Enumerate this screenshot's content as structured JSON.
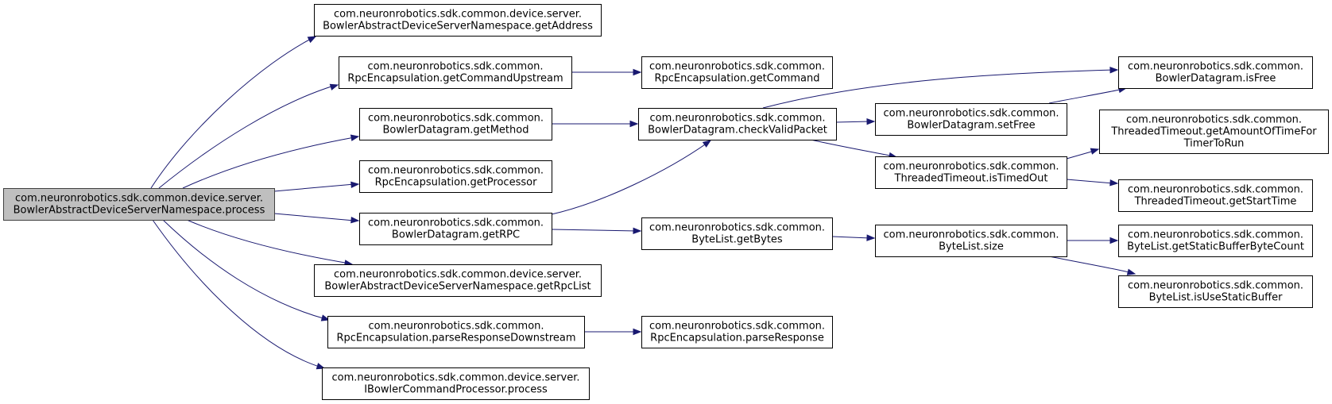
{
  "nodes": [
    {
      "id": "process",
      "root": true,
      "lines": [
        "com.neuronrobotics.sdk.common.device.server.",
        "BowlerAbstractDeviceServerNamespace.process"
      ]
    },
    {
      "id": "getAddress",
      "lines": [
        "com.neuronrobotics.sdk.common.device.server.",
        "BowlerAbstractDeviceServerNamespace.getAddress"
      ]
    },
    {
      "id": "getCommandUpstream",
      "lines": [
        "com.neuronrobotics.sdk.common.",
        "RpcEncapsulation.getCommandUpstream"
      ]
    },
    {
      "id": "getCommand",
      "lines": [
        "com.neuronrobotics.sdk.common.",
        "RpcEncapsulation.getCommand"
      ]
    },
    {
      "id": "getMethod",
      "lines": [
        "com.neuronrobotics.sdk.common.",
        "BowlerDatagram.getMethod"
      ]
    },
    {
      "id": "checkValidPacket",
      "lines": [
        "com.neuronrobotics.sdk.common.",
        "BowlerDatagram.checkValidPacket"
      ]
    },
    {
      "id": "isFree",
      "lines": [
        "com.neuronrobotics.sdk.common.",
        "BowlerDatagram.isFree"
      ]
    },
    {
      "id": "setFree",
      "lines": [
        "com.neuronrobotics.sdk.common.",
        "BowlerDatagram.setFree"
      ]
    },
    {
      "id": "getAmountOfTimeForTimerToRun",
      "lines": [
        "com.neuronrobotics.sdk.common.",
        "ThreadedTimeout.getAmountOfTimeFor",
        "TimerToRun"
      ]
    },
    {
      "id": "isTimedOut",
      "lines": [
        "com.neuronrobotics.sdk.common.",
        "ThreadedTimeout.isTimedOut"
      ]
    },
    {
      "id": "getStartTime",
      "lines": [
        "com.neuronrobotics.sdk.common.",
        "ThreadedTimeout.getStartTime"
      ]
    },
    {
      "id": "getProcessor",
      "lines": [
        "com.neuronrobotics.sdk.common.",
        "RpcEncapsulation.getProcessor"
      ]
    },
    {
      "id": "getRPC",
      "lines": [
        "com.neuronrobotics.sdk.common.",
        "BowlerDatagram.getRPC"
      ]
    },
    {
      "id": "getBytes",
      "lines": [
        "com.neuronrobotics.sdk.common.",
        "ByteList.getBytes"
      ]
    },
    {
      "id": "size",
      "lines": [
        "com.neuronrobotics.sdk.common.",
        "ByteList.size"
      ]
    },
    {
      "id": "getStaticBufferByteCount",
      "lines": [
        "com.neuronrobotics.sdk.common.",
        "ByteList.getStaticBufferByteCount"
      ]
    },
    {
      "id": "isUseStaticBuffer",
      "lines": [
        "com.neuronrobotics.sdk.common.",
        "ByteList.isUseStaticBuffer"
      ]
    },
    {
      "id": "getRpcList",
      "lines": [
        "com.neuronrobotics.sdk.common.device.server.",
        "BowlerAbstractDeviceServerNamespace.getRpcList"
      ]
    },
    {
      "id": "parseResponseDownstream",
      "lines": [
        "com.neuronrobotics.sdk.common.",
        "RpcEncapsulation.parseResponseDownstream"
      ]
    },
    {
      "id": "parseResponse",
      "lines": [
        "com.neuronrobotics.sdk.common.",
        "RpcEncapsulation.parseResponse"
      ]
    },
    {
      "id": "commandProcess",
      "lines": [
        "com.neuronrobotics.sdk.common.device.server.",
        "IBowlerCommandProcessor.process"
      ]
    }
  ],
  "edges": [
    {
      "from": "process",
      "to": "getAddress"
    },
    {
      "from": "process",
      "to": "getCommandUpstream"
    },
    {
      "from": "process",
      "to": "getMethod"
    },
    {
      "from": "process",
      "to": "getProcessor"
    },
    {
      "from": "process",
      "to": "getRPC"
    },
    {
      "from": "process",
      "to": "getRpcList"
    },
    {
      "from": "process",
      "to": "parseResponseDownstream"
    },
    {
      "from": "process",
      "to": "commandProcess"
    },
    {
      "from": "getCommandUpstream",
      "to": "getCommand"
    },
    {
      "from": "getMethod",
      "to": "checkValidPacket"
    },
    {
      "from": "getRPC",
      "to": "checkValidPacket"
    },
    {
      "from": "getRPC",
      "to": "getBytes"
    },
    {
      "from": "checkValidPacket",
      "to": "isFree"
    },
    {
      "from": "checkValidPacket",
      "to": "setFree"
    },
    {
      "from": "checkValidPacket",
      "to": "isTimedOut"
    },
    {
      "from": "setFree",
      "to": "isFree"
    },
    {
      "from": "isTimedOut",
      "to": "getAmountOfTimeForTimerToRun"
    },
    {
      "from": "isTimedOut",
      "to": "getStartTime"
    },
    {
      "from": "getBytes",
      "to": "size"
    },
    {
      "from": "size",
      "to": "getStaticBufferByteCount"
    },
    {
      "from": "size",
      "to": "isUseStaticBuffer"
    },
    {
      "from": "parseResponseDownstream",
      "to": "parseResponse"
    }
  ],
  "colors": {
    "edge": "#191970",
    "root_fill": "#bfbfbf",
    "node_fill": "#ffffff",
    "node_border": "#000000"
  }
}
